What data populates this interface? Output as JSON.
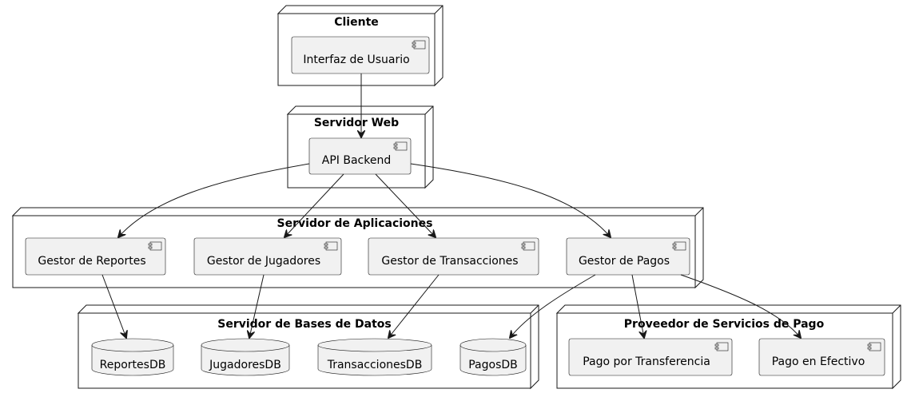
{
  "nodes": {
    "cliente": "Cliente",
    "servidor_web": "Servidor Web",
    "servidor_aplicaciones": "Servidor de Aplicaciones",
    "servidor_bd": "Servidor de Bases de Datos",
    "proveedor_pago": "Proveedor de Servicios de Pago"
  },
  "components": {
    "interfaz_usuario": "Interfaz de Usuario",
    "api_backend": "API Backend",
    "gestor_reportes": "Gestor de Reportes",
    "gestor_jugadores": "Gestor de Jugadores",
    "gestor_transacciones": "Gestor de Transacciones",
    "gestor_pagos": "Gestor de Pagos",
    "pago_transferencia": "Pago por Transferencia",
    "pago_efectivo": "Pago en Efectivo"
  },
  "databases": {
    "reportes_db": "ReportesDB",
    "jugadores_db": "JugadoresDB",
    "transacciones_db": "TransaccionesDB",
    "pagos_db": "PagosDB"
  },
  "colors": {
    "component_fill": "#f1f1f1",
    "stroke": "#181818",
    "node_fill": "#ffffff"
  },
  "edges": [
    {
      "from": "Interfaz de Usuario",
      "to": "API Backend"
    },
    {
      "from": "API Backend",
      "to": "Gestor de Reportes"
    },
    {
      "from": "API Backend",
      "to": "Gestor de Jugadores"
    },
    {
      "from": "API Backend",
      "to": "Gestor de Transacciones"
    },
    {
      "from": "API Backend",
      "to": "Gestor de Pagos"
    },
    {
      "from": "Gestor de Reportes",
      "to": "ReportesDB"
    },
    {
      "from": "Gestor de Jugadores",
      "to": "JugadoresDB"
    },
    {
      "from": "Gestor de Transacciones",
      "to": "TransaccionesDB"
    },
    {
      "from": "Gestor de Pagos",
      "to": "PagosDB"
    },
    {
      "from": "Gestor de Pagos",
      "to": "Pago por Transferencia"
    },
    {
      "from": "Gestor de Pagos",
      "to": "Pago en Efectivo"
    }
  ]
}
